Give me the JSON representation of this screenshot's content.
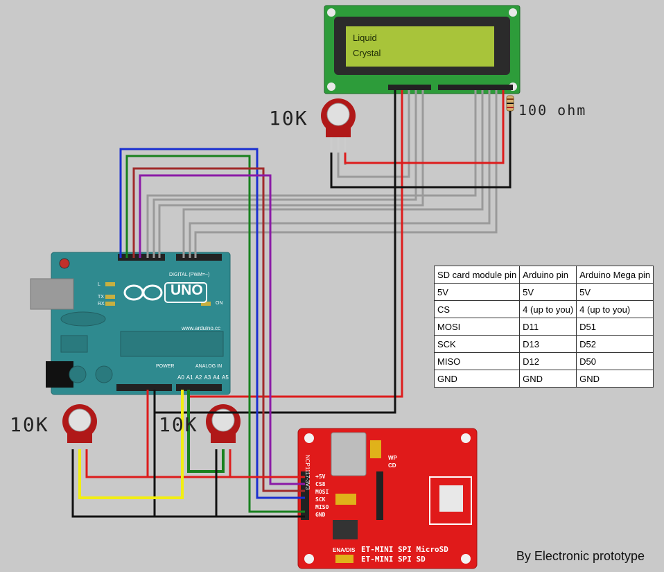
{
  "lcd": {
    "line1": "Liquid",
    "line2": "Crystal"
  },
  "labels": {
    "pot_top": "10K",
    "pot_left": "10K",
    "pot_mid": "10K",
    "resistor": "100 ohm",
    "credit": "By Electronic prototype"
  },
  "arduino": {
    "brand": "UNO",
    "url": "www.arduino.cc",
    "digital": "DIGITAL (PWM=~)",
    "power": "POWER",
    "analog": "ANALOG IN",
    "analog_pins": [
      "A0",
      "A1",
      "A2",
      "A3",
      "A4",
      "A5"
    ],
    "tx": "TX",
    "rx": "RX",
    "l": "L",
    "on": "ON"
  },
  "sd_module": {
    "title1": "ET-MINI SPI MicroSD",
    "title2": "ET-MINI SPI SD",
    "chip": "NCP1117-3V3",
    "pins": [
      "+5V",
      "CS8",
      "MOSI",
      "SCK",
      "MISO",
      "GND"
    ],
    "wp": "WP",
    "cd": "CD",
    "ena": "ENA/DIS"
  },
  "table": {
    "headers": [
      "SD card module pin",
      "Arduino pin",
      "Arduino Mega pin"
    ],
    "rows": [
      [
        "5V",
        "5V",
        "5V"
      ],
      [
        "CS",
        "4  (up to you)",
        "4  (up to you)"
      ],
      [
        "MOSI",
        "D11",
        "D51"
      ],
      [
        "SCK",
        "D13",
        "D52"
      ],
      [
        "MISO",
        "D12",
        "D50"
      ],
      [
        "GND",
        "GND",
        "GND"
      ]
    ]
  },
  "colors": {
    "background": "#c9c9c9",
    "arduino": "#2f8a8f",
    "sd_board": "#e01a1a",
    "lcd_board": "#2d9c3a",
    "lcd_screen": "#a8c43a"
  }
}
